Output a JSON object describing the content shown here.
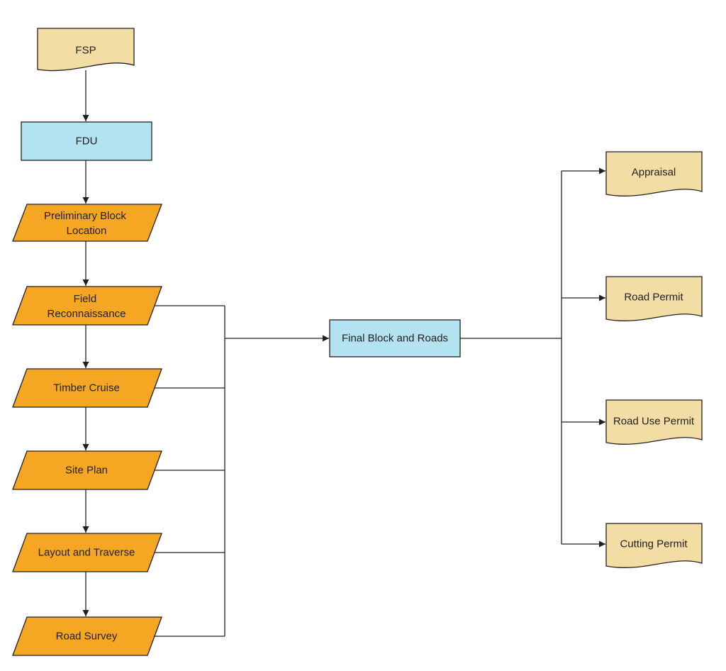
{
  "nodes": {
    "fsp": "FSP",
    "fdu": "FDU",
    "preliminary_block_location": [
      "Preliminary Block",
      "Location"
    ],
    "field_reconnaissance": [
      "Field",
      "Reconnaissance"
    ],
    "timber_cruise": "Timber Cruise",
    "site_plan": "Site Plan",
    "layout_and_traverse": "Layout and Traverse",
    "road_survey": "Road Survey",
    "final_block_and_roads": "Final Block and Roads",
    "appraisal": "Appraisal",
    "road_permit": "Road Permit",
    "road_use_permit": "Road Use Permit",
    "cutting_permit": "Cutting Permit"
  },
  "colors": {
    "document_fill": "#F2DDA4",
    "process_fill": "#B3E3F1",
    "data_fill": "#F5A623",
    "stroke": "#231F20",
    "background": "#FFFFFF"
  }
}
